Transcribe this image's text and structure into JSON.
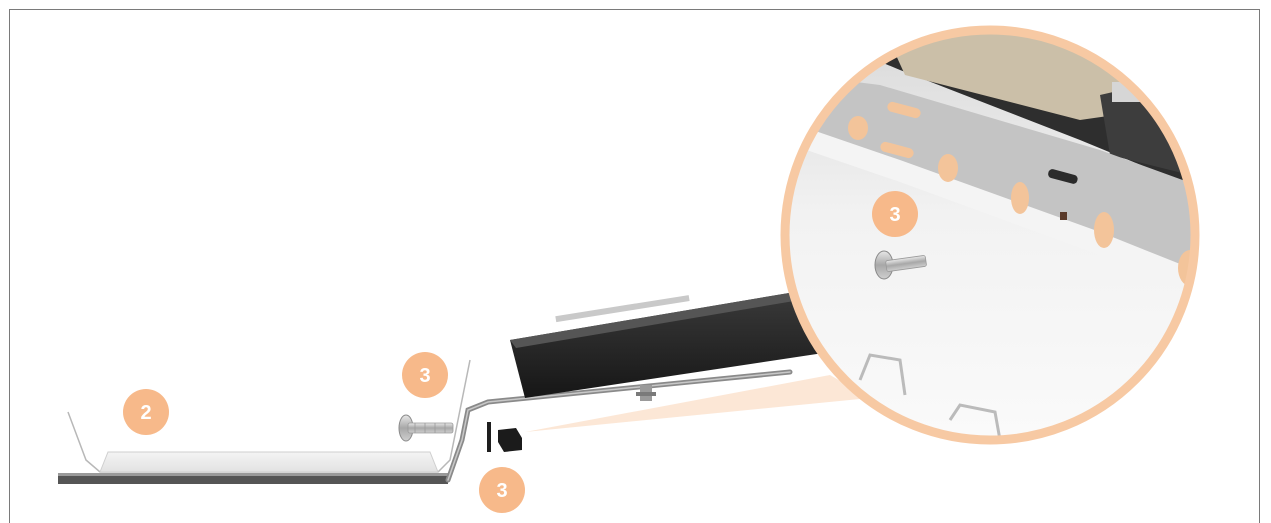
{
  "figure": {
    "callouts": [
      {
        "id": "callout-2-left",
        "label": "2"
      },
      {
        "id": "callout-3-top",
        "label": "3"
      },
      {
        "id": "callout-3-bottom",
        "label": "3"
      },
      {
        "id": "callout-3-magnified",
        "label": "3"
      }
    ],
    "colors": {
      "badge": "#f7b98a",
      "magnifier_ring": "#f7c9a3",
      "zoom_cone": "#fbe3cf",
      "frame": "#7a7a7a",
      "housing_dark": "#2a2a2a",
      "panel_metal": "#9a9a9a"
    }
  }
}
